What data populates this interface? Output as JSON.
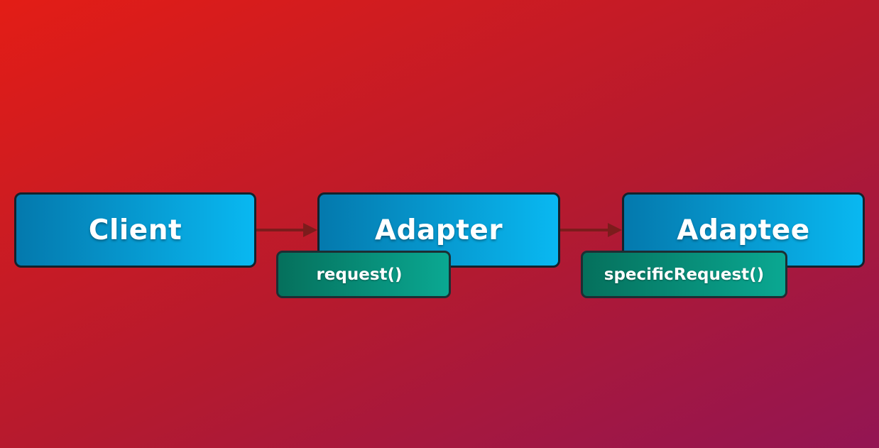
{
  "diagram": {
    "nodes": [
      {
        "id": "client",
        "label": "Client"
      },
      {
        "id": "adapter",
        "label": "Adapter"
      },
      {
        "id": "adaptee",
        "label": "Adaptee"
      }
    ],
    "methods": {
      "adapter": "request()",
      "adaptee": "specificRequest()"
    },
    "edges": [
      {
        "from": "client",
        "to": "adapter"
      },
      {
        "from": "adapter",
        "to": "adaptee"
      }
    ]
  },
  "colors": {
    "background_start": "#e31d16",
    "background_mid": "#b41a2f",
    "background_end": "#931553",
    "box_fill_dark": "#0479ad",
    "box_fill_light": "#09b8f1",
    "box_border": "#13222c",
    "method_fill_dark": "#05705c",
    "method_fill_light": "#0aa892",
    "arrow": "#7c1c1c",
    "text": "#ffffff"
  }
}
